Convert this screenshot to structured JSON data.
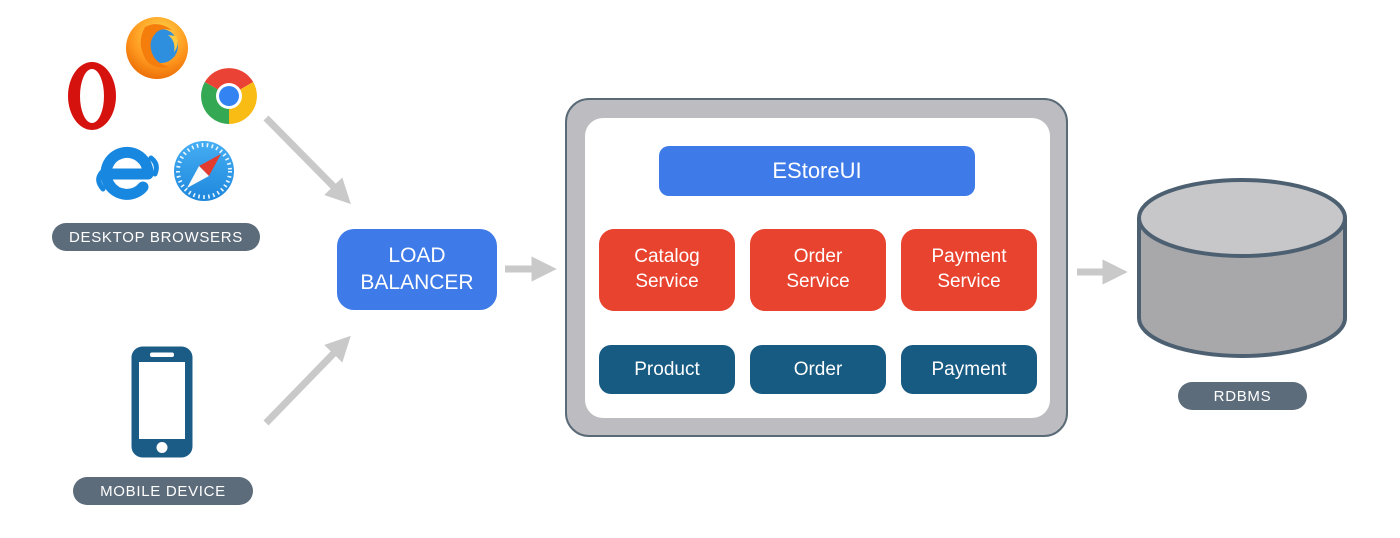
{
  "diagram": {
    "clients": {
      "desktop": {
        "label": "DESKTOP BROWSERS",
        "icons": [
          "firefox",
          "opera",
          "chrome",
          "internet-explorer",
          "safari"
        ]
      },
      "mobile": {
        "label": "MOBILE DEVICE",
        "icon": "smartphone"
      }
    },
    "load_balancer": {
      "label": "LOAD BALANCER"
    },
    "monolith": {
      "ui": {
        "label": "EStoreUI"
      },
      "services": [
        {
          "label": "Catalog Service"
        },
        {
          "label": "Order Service"
        },
        {
          "label": "Payment Service"
        }
      ],
      "modules": [
        {
          "label": "Product"
        },
        {
          "label": "Order"
        },
        {
          "label": "Payment"
        }
      ]
    },
    "database": {
      "label": "RDBMS",
      "icon": "database-cylinder"
    },
    "arrows": [
      {
        "from": "desktop-browsers",
        "to": "load-balancer"
      },
      {
        "from": "mobile-device",
        "to": "load-balancer"
      },
      {
        "from": "load-balancer",
        "to": "monolith-container"
      },
      {
        "from": "monolith-container",
        "to": "rdbms"
      }
    ],
    "colors": {
      "accent_blue": "#3E7BE8",
      "service_red": "#E8432F",
      "module_navy": "#175A82",
      "phone_navy": "#1B5C87",
      "label_pill_gray": "#5D6C7B",
      "arrow_gray": "#C9C9C9",
      "container_gray": "#BDBDC1",
      "container_border": "#5A6B77",
      "cylinder_body": "#A8A8AB",
      "cylinder_top": "#C7C7C9",
      "cylinder_border": "#4D6071"
    }
  }
}
